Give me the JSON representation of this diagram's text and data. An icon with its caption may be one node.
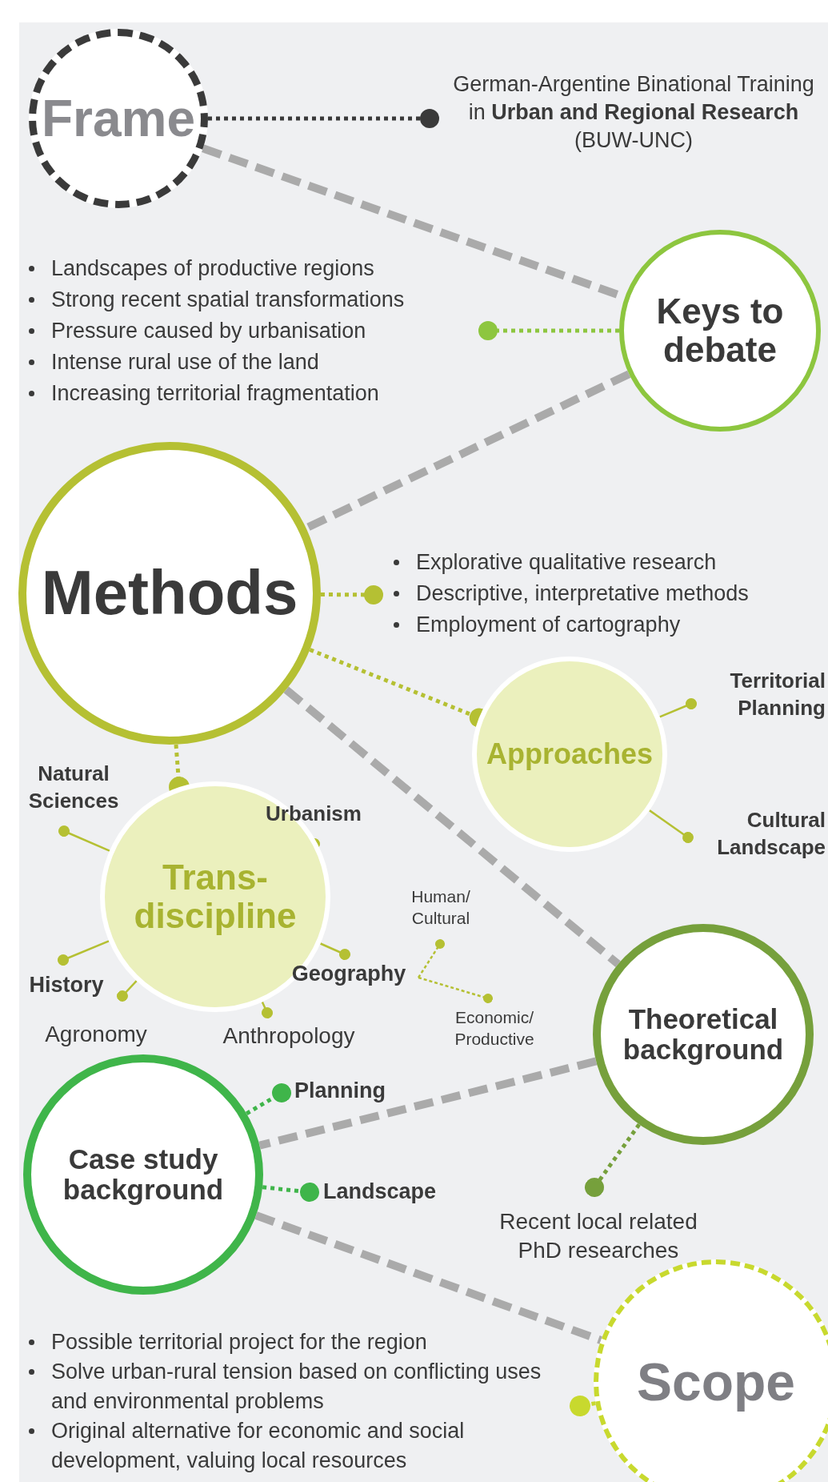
{
  "diagram": {
    "nodes": [
      {
        "text": [
          "Frame"
        ]
      },
      {
        "text": [
          "German-Argentine Binational Training in **Urban and Regional Research** (BUW-UNC)"
        ]
      },
      {
        "text": [
          "Keys to debate"
        ]
      },
      {
        "text": [
          "Landscapes of productive regions",
          "Strong recent spatial transformations",
          "Pressure caused by urbanisation",
          "Intense rural use of the land",
          "Increasing territorial fragmentation"
        ]
      },
      {
        "text": [
          "Methods"
        ]
      },
      {
        "text": [
          "Explorative qualitative research",
          "Descriptive, interpretative methods",
          "Employment of cartography"
        ]
      },
      {
        "text": [
          "Approaches"
        ]
      },
      {
        "text": [
          "Territorial Planning"
        ]
      },
      {
        "text": [
          "Cultural Landscape"
        ]
      },
      {
        "text": [
          "Trans-discipline"
        ]
      },
      {
        "text": [
          "Natural Sciences"
        ]
      },
      {
        "text": [
          "Urbanism"
        ]
      },
      {
        "text": [
          "Geography"
        ]
      },
      {
        "text": [
          "Human/ Cultural"
        ]
      },
      {
        "text": [
          "Economic/ Productive"
        ]
      },
      {
        "text": [
          "History"
        ]
      },
      {
        "text": [
          "Agronomy"
        ]
      },
      {
        "text": [
          "Anthropology"
        ]
      },
      {
        "text": [
          "Theoretical background"
        ]
      },
      {
        "text": [
          "Recent local related PhD researches"
        ]
      },
      {
        "text": [
          "Case study background"
        ]
      },
      {
        "text": [
          "Planning"
        ]
      },
      {
        "text": [
          "Landscape"
        ]
      },
      {
        "text": [
          "Scope"
        ]
      },
      {
        "text": [
          "Possible territorial project for the region",
          "Solve urban-rural tension based on conflicting uses and environmental problems",
          "Original alternative for economic and social development, valuing local resources"
        ]
      }
    ],
    "edges": [
      {
        "from": 0,
        "to": 1,
        "arrow": "other",
        "style": "dashed",
        "color": "#3a3a3a"
      },
      {
        "from": 0,
        "to": 2,
        "arrow": "none",
        "style": "dashed",
        "color": "#aaaaaa"
      },
      {
        "from": 2,
        "to": 3,
        "arrow": "other",
        "style": "dashed",
        "color": "#8dc63f"
      },
      {
        "from": 2,
        "to": 4,
        "arrow": "none",
        "style": "dashed",
        "color": "#aaaaaa"
      },
      {
        "from": 4,
        "to": 5,
        "arrow": "other",
        "style": "dashed",
        "color": "#b5c033"
      },
      {
        "from": 4,
        "to": 6,
        "arrow": "other",
        "style": "dashed",
        "color": "#b5c033"
      },
      {
        "from": 6,
        "to": 7,
        "arrow": "other",
        "color": "#b5c033"
      },
      {
        "from": 6,
        "to": 8,
        "arrow": "other",
        "color": "#b5c033"
      },
      {
        "from": 4,
        "to": 9,
        "arrow": "other",
        "style": "dashed",
        "color": "#b5c033"
      },
      {
        "from": 4,
        "to": 18,
        "arrow": "none",
        "style": "dashed",
        "color": "#aaaaaa"
      },
      {
        "from": 9,
        "to": 10,
        "arrow": "other",
        "color": "#b5c033"
      },
      {
        "from": 9,
        "to": 11,
        "arrow": "other",
        "color": "#b5c033"
      },
      {
        "from": 9,
        "to": 12,
        "arrow": "other",
        "color": "#b5c033"
      },
      {
        "from": 9,
        "to": 15,
        "arrow": "other",
        "color": "#b5c033"
      },
      {
        "from": 9,
        "to": 16,
        "arrow": "other",
        "color": "#b5c033"
      },
      {
        "from": 9,
        "to": 17,
        "arrow": "other",
        "color": "#b5c033"
      },
      {
        "from": 12,
        "to": 13,
        "arrow": "other",
        "style": "dashed",
        "color": "#b5c033"
      },
      {
        "from": 12,
        "to": 14,
        "arrow": "other",
        "style": "dashed",
        "color": "#b5c033"
      },
      {
        "from": 18,
        "to": 20,
        "arrow": "none",
        "style": "dashed",
        "color": "#aaaaaa"
      },
      {
        "from": 18,
        "to": 19,
        "arrow": "other",
        "style": "dashed",
        "color": "#76a03c"
      },
      {
        "from": 20,
        "to": 21,
        "arrow": "other",
        "style": "dashed",
        "color": "#3fb54a"
      },
      {
        "from": 20,
        "to": 22,
        "arrow": "other",
        "style": "dashed",
        "color": "#3fb54a"
      },
      {
        "from": 20,
        "to": 23,
        "arrow": "none",
        "style": "dashed",
        "color": "#aaaaaa"
      },
      {
        "from": 23,
        "to": 24,
        "arrow": "other",
        "style": "dashed",
        "color": "#c8d92e"
      }
    ]
  }
}
